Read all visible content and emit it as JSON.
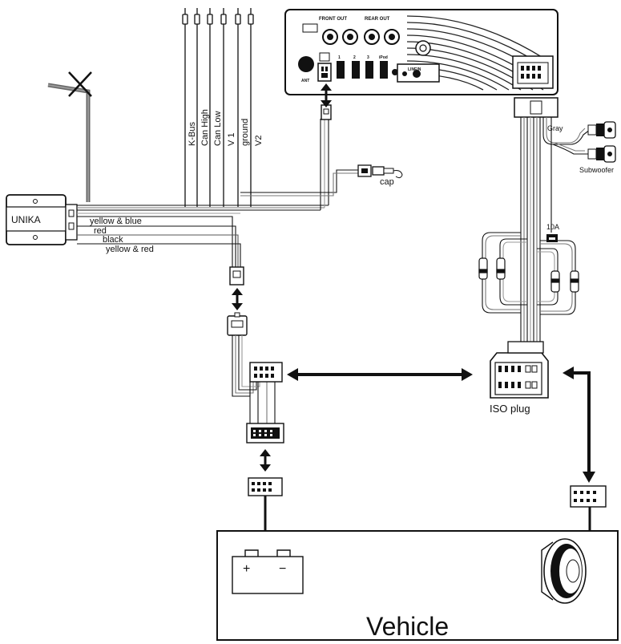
{
  "head_unit": {
    "front_out": "FRONT OUT",
    "rear_out": "REAR OUT",
    "ant": "ANT",
    "usb_ports": [
      "1",
      "2",
      "3",
      "iPod"
    ],
    "linein": "LINEIN"
  },
  "unika": {
    "label": "UNIKA"
  },
  "module_wires": [
    "yellow & blue",
    "red",
    "black",
    "yellow & red"
  ],
  "bus_wires": [
    "K-Bus",
    "Can High",
    "Can Low",
    "V 1",
    "ground",
    "V2"
  ],
  "cap_label": "cap",
  "gray_label": "Gray",
  "subwoofer_label": "Subwoofer",
  "fuse_label": "10A",
  "iso_label": "ISO plug",
  "vehicle_label": "Vehicle",
  "battery": {
    "plus": "+",
    "minus": "−"
  }
}
